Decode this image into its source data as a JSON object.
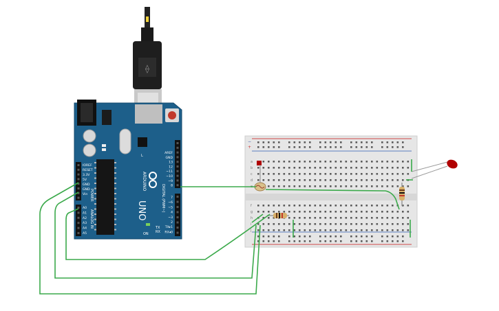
{
  "board": {
    "brand": "ARDUINO",
    "model": "UNO",
    "digital_header_label": "DIGITAL (PWM~)",
    "power_header_label": "POWER",
    "analog_header_label": "ANALOG IN",
    "on_led_label": "ON",
    "tx_label": "TX",
    "rx_label": "RX",
    "led_l_label": "L",
    "top_pins": [
      "AREF",
      "GND",
      "13",
      "12",
      "~11",
      "~10",
      "~9",
      "8"
    ],
    "bottom_pins": [
      "7",
      "~6",
      "~5",
      "4",
      "~3",
      "2",
      "TX▸1",
      "RX◂0"
    ],
    "power_pins": [
      "IOREF",
      "RESET",
      "3.3V",
      "5V",
      "GND",
      "GND",
      "Vin"
    ],
    "analog_pins": [
      "A0",
      "A1",
      "A2",
      "A3",
      "A4",
      "A5"
    ]
  },
  "breadboard": {
    "rail_plus": "+",
    "rail_minus": "−",
    "row_letters_top": [
      "a",
      "b",
      "c",
      "d",
      "e"
    ],
    "row_letters_bottom": [
      "f",
      "g",
      "h",
      "i",
      "j"
    ],
    "column_count": 30
  },
  "components": {
    "led_color": "#b00000",
    "photoresistor": "photoresistor",
    "resistor_count": 2
  },
  "colors": {
    "board": "#1d5f8a",
    "wire": "#3aa94a",
    "rail_red": "#d04848",
    "rail_blue": "#5a7fc0"
  }
}
